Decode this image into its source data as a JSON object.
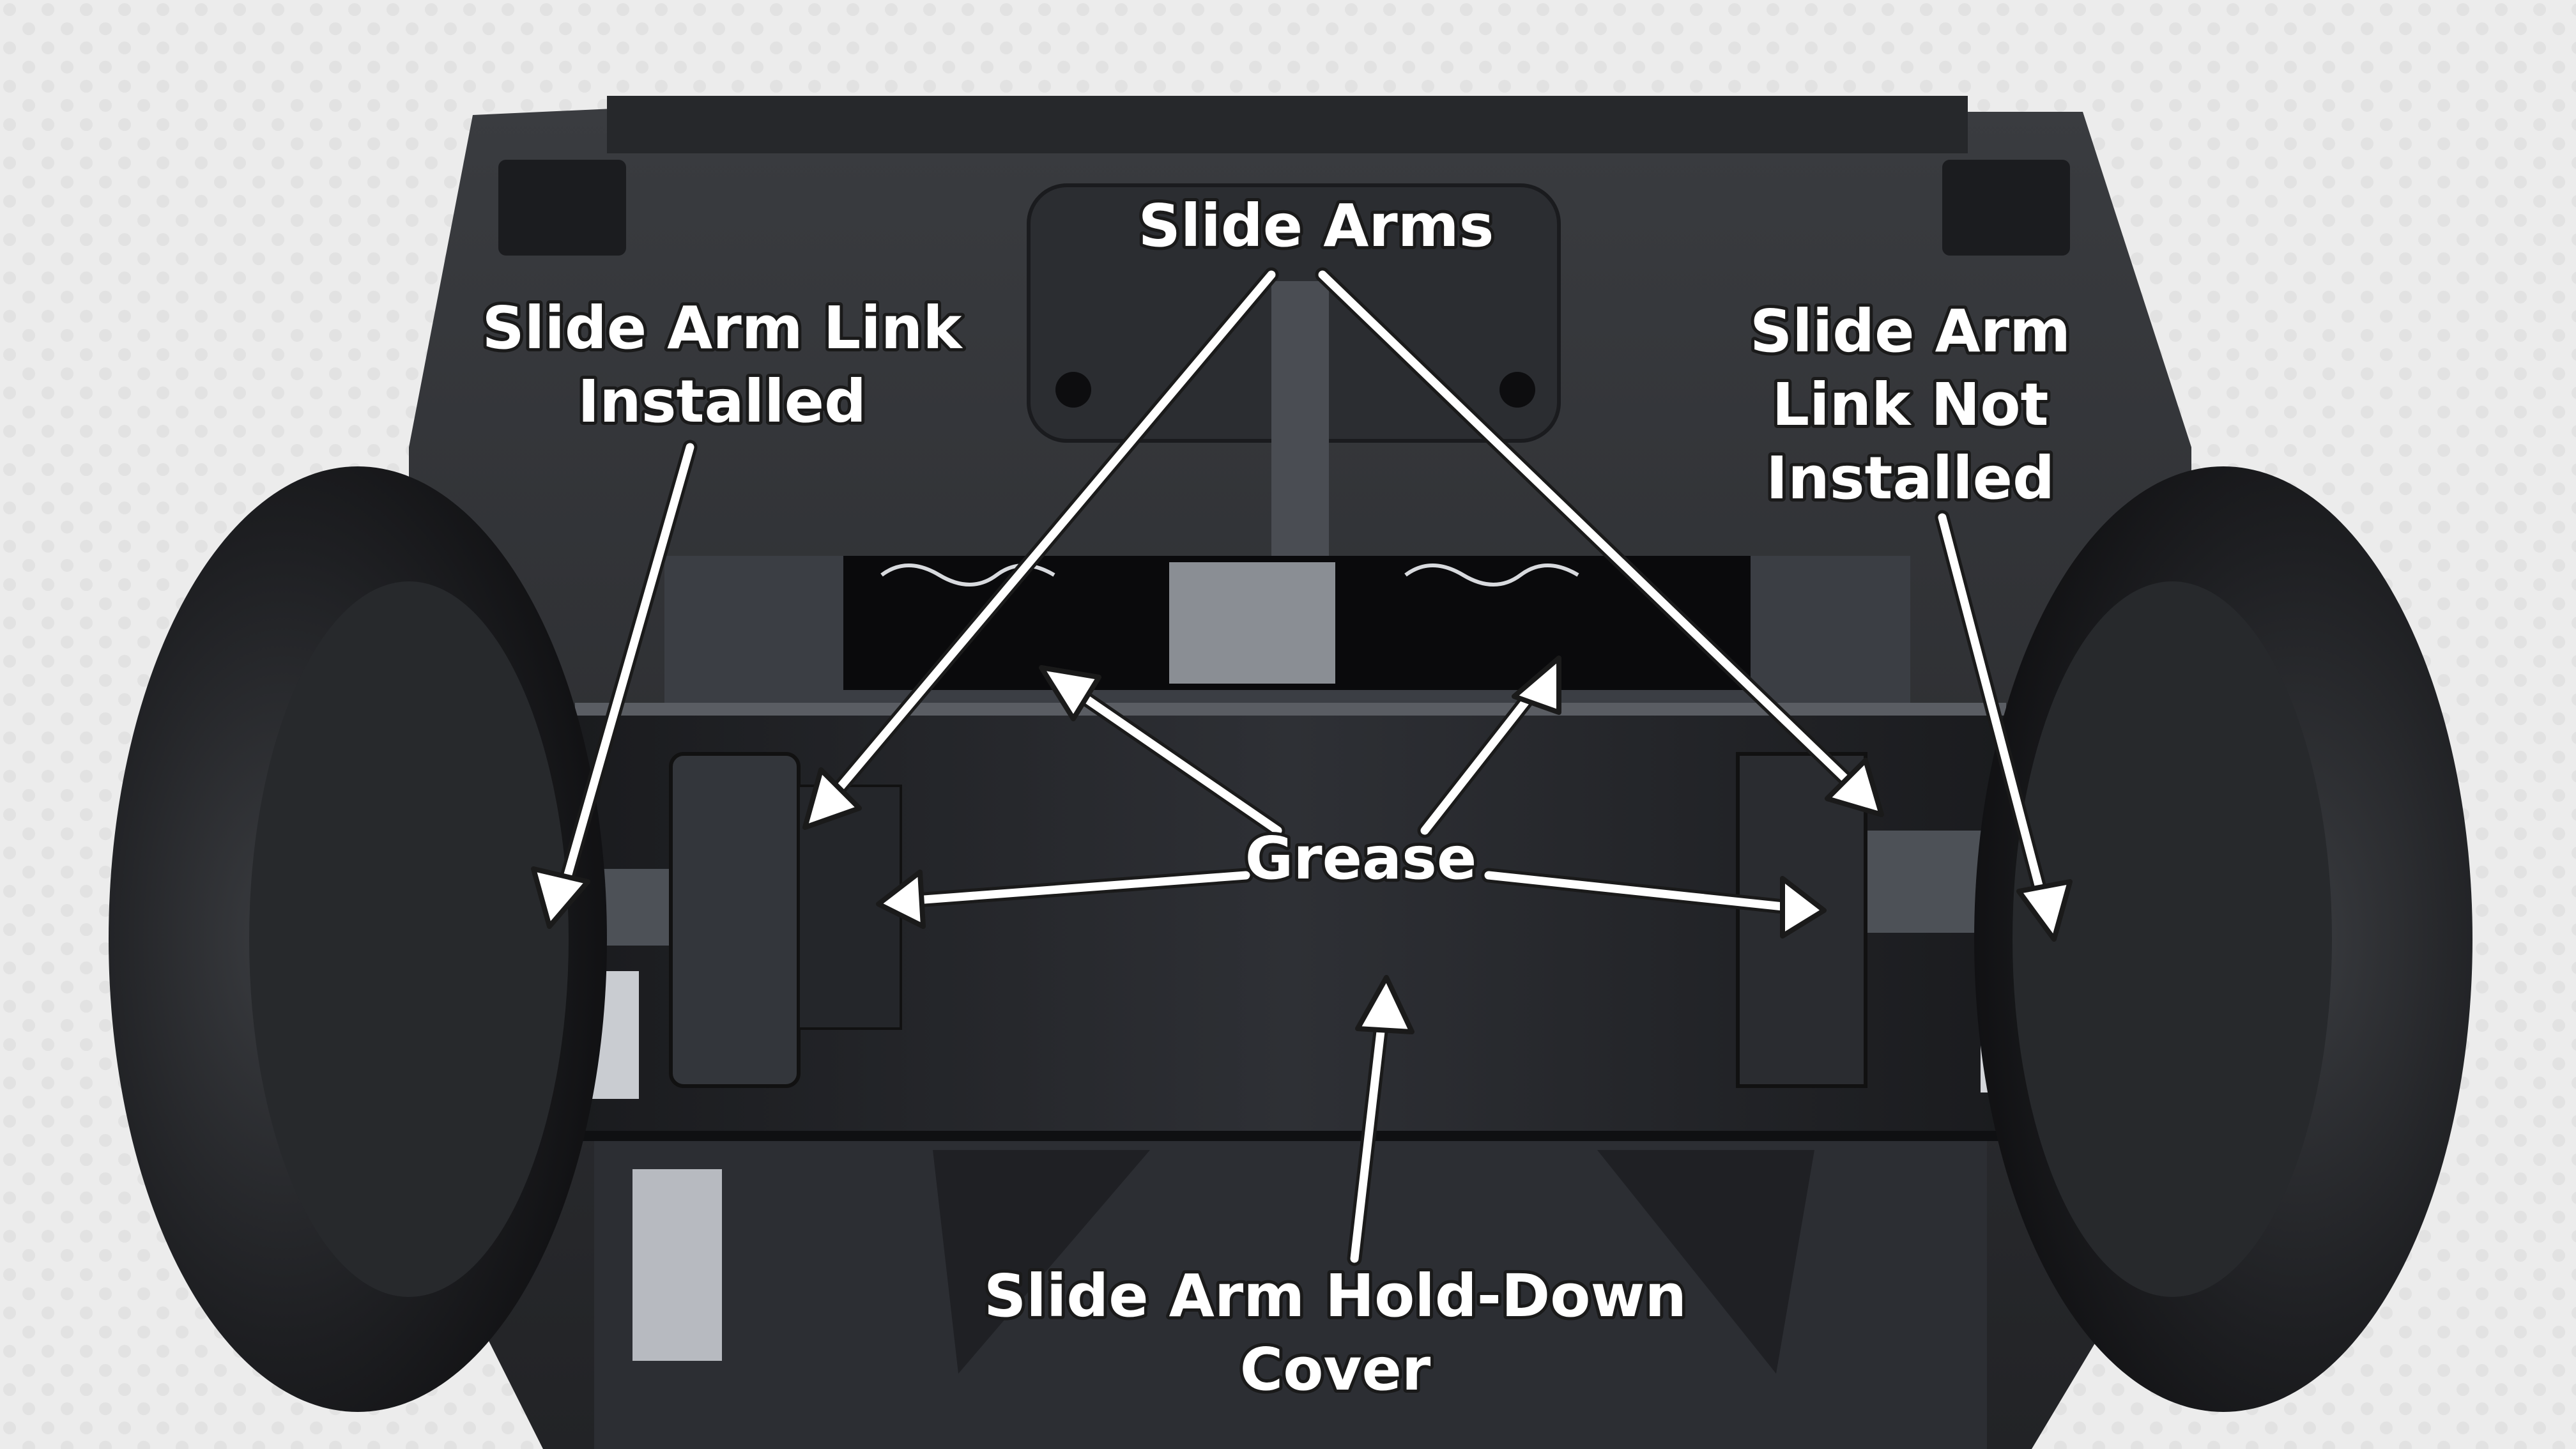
{
  "labels": {
    "slide_arms": "Slide Arms",
    "slide_arm_link_installed": [
      "Slide Arm Link",
      "Installed"
    ],
    "slide_arm_link_not_installed": [
      "Slide Arm",
      "Link Not",
      "Installed"
    ],
    "grease": "Grease",
    "hold_down_cover": [
      "Slide Arm Hold-Down",
      "Cover"
    ]
  },
  "colors": {
    "chassis": "#2a2c30",
    "chassis_dark": "#16171a",
    "tire": "#1c1d20",
    "grease": "#0a0a0c",
    "label_fill": "#ffffff",
    "label_outline": "#1a1a1a",
    "background": "#eeeeee"
  }
}
